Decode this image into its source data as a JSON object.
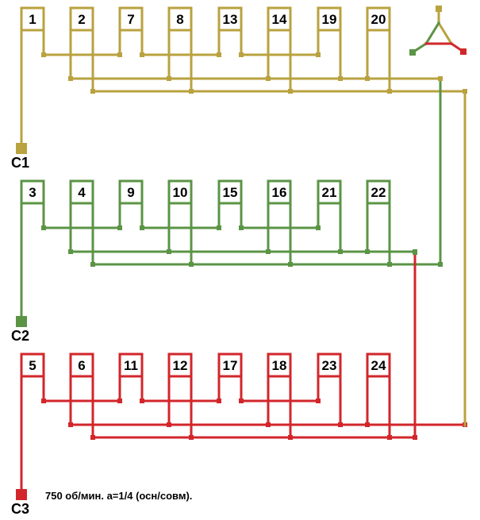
{
  "colors": {
    "phase1": "#b9a23f",
    "phase2": "#5b9445",
    "phase3": "#d2262b"
  },
  "phases": [
    {
      "name": "C1",
      "color_key": "phase1",
      "slots": [
        "1",
        "2",
        "7",
        "8",
        "13",
        "14",
        "19",
        "20"
      ]
    },
    {
      "name": "C2",
      "color_key": "phase2",
      "slots": [
        "3",
        "4",
        "9",
        "10",
        "15",
        "16",
        "21",
        "22"
      ]
    },
    {
      "name": "C3",
      "color_key": "phase3",
      "slots": [
        "5",
        "6",
        "11",
        "12",
        "17",
        "18",
        "23",
        "24"
      ]
    }
  ],
  "caption": "750 об/мин. a=1/4 (осн/совм).",
  "legend_icon": "star-delta-phase-triangle-icon"
}
